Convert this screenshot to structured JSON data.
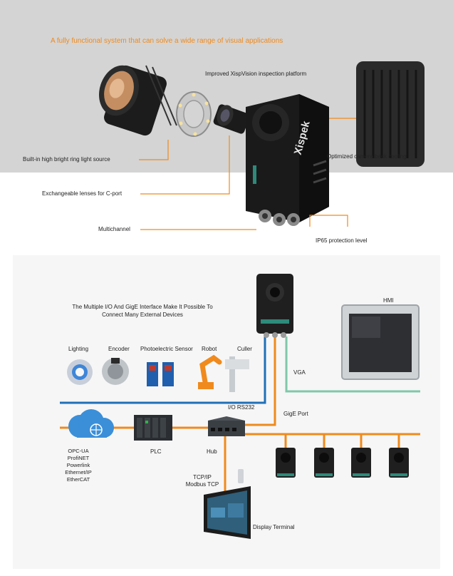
{
  "top": {
    "headline": "A fully functional system that can solve a wide range of visual applications",
    "callouts": {
      "platform": "Improved XispVision inspection platform",
      "ring_light": "Built-in high bright ring light source",
      "cooling": "Optimized camera back cooling",
      "lenses": "Exchangeable lenses for C-port",
      "multichannel": "Multichannel",
      "ip65": "IP65 protection level"
    },
    "brand_mark": "Xispek"
  },
  "bottom": {
    "intro_line1": "The Multiple I/O And GigE Interface Make It Possible To",
    "intro_line2": "Connect Many External Devices",
    "hmi": "HMI",
    "devices": [
      "Lighting",
      "Encoder",
      "Photoelectric Sensor",
      "Robot",
      "Culler"
    ],
    "vga": "VGA",
    "io": "I/O RS232",
    "gige": "GigE Port",
    "plc": "PLC",
    "hub": "Hub",
    "protocols": [
      "OPC-UA",
      "ProfiNET",
      "Powerlink",
      "Ethernet/IP",
      "EtherCAT"
    ],
    "tcp1": "TCP/IP",
    "tcp2": "Modbus TCP",
    "display": "Display Terminal"
  },
  "colors": {
    "accent_orange": "#f08a1c",
    "io_blue": "#1f6fb8",
    "vga_green": "#7fc8a9",
    "top_band": "#d4d4d4"
  }
}
